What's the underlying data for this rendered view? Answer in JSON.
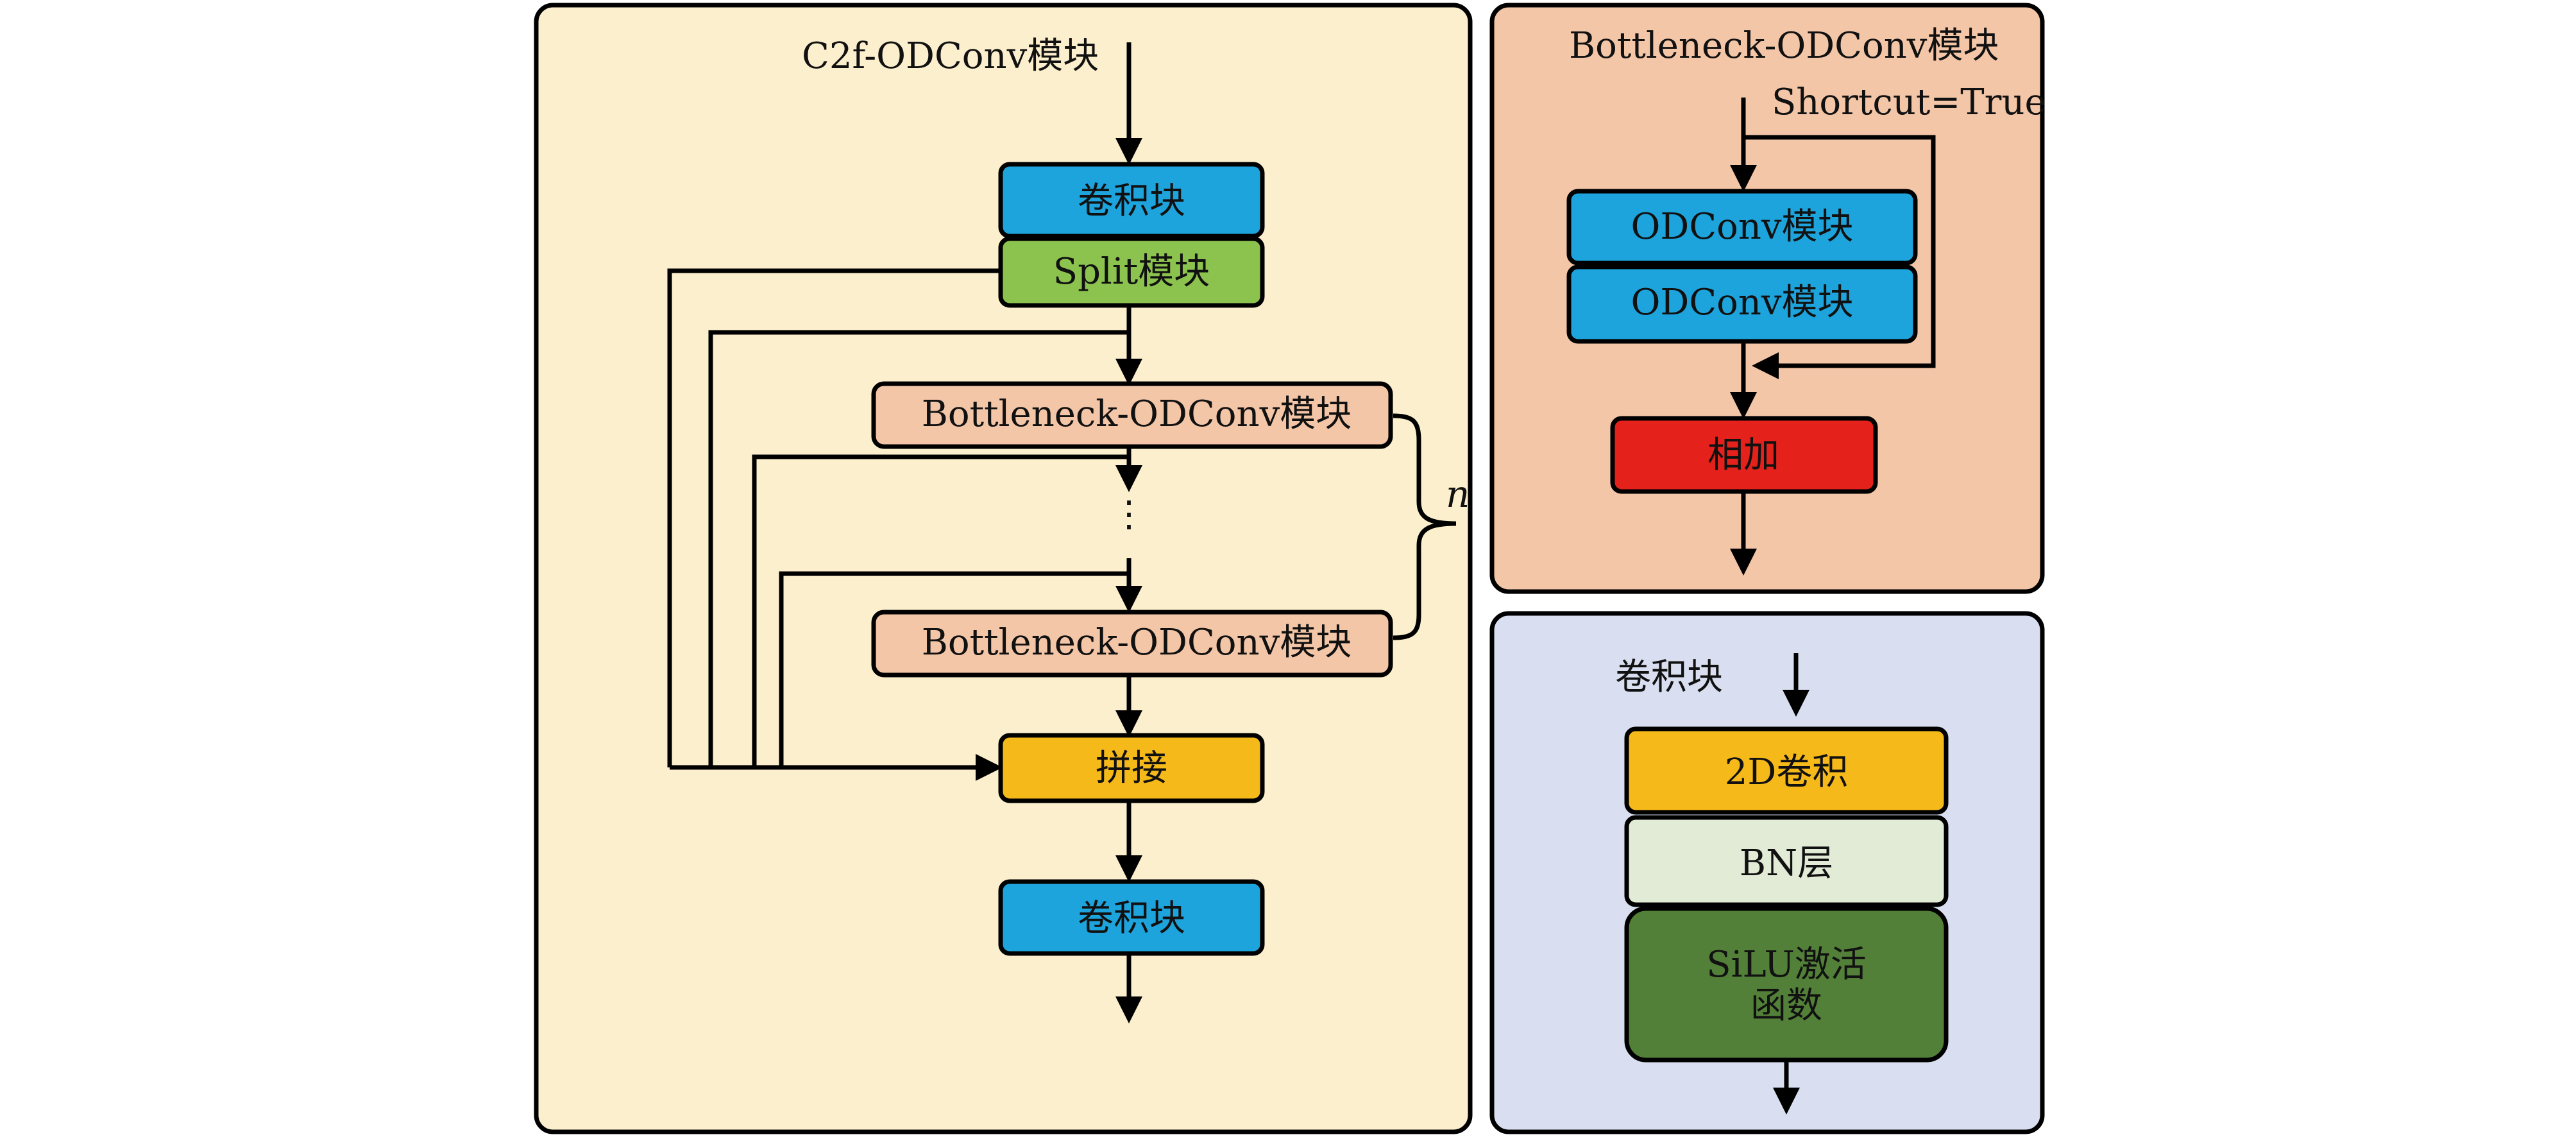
{
  "c2f": {
    "title": "C2f-ODConv模块",
    "conv1": "卷积块",
    "split": "Split模块",
    "bottleneck1": "Bottleneck-ODConv模块",
    "dots": "⋮",
    "bottleneck2": "Bottleneck-ODConv模块",
    "n_label": "n",
    "concat": "拼接",
    "conv2": "卷积块"
  },
  "bottleneck": {
    "title": "Bottleneck-ODConv模块",
    "shortcut": "Shortcut=True",
    "odconv1": "ODConv模块",
    "odconv2": "ODConv模块",
    "add": "相加"
  },
  "convblock": {
    "title": "卷积块",
    "conv2d": "2D卷积",
    "bn": "BN层",
    "silu_line1": "SiLU激活",
    "silu_line2": "函数"
  },
  "colors": {
    "panel_c2f": "#fcefcd",
    "panel_bottleneck": "#f4c6a8",
    "panel_conv": "#d9dff0",
    "blue": "#1ea4dc",
    "green": "#8cc34f",
    "peach": "#f4c6a8",
    "orange": "#f5b91a",
    "red": "#e5211b",
    "lightgreen": "#e1ebd6",
    "darkgreen": "#538038"
  }
}
